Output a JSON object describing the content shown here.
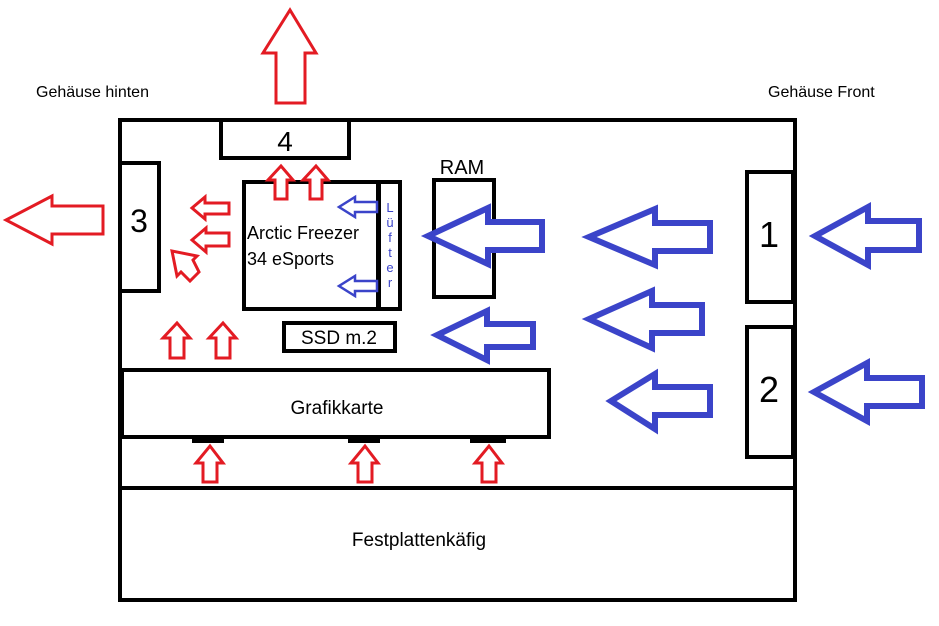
{
  "labels": {
    "case_back": "Gehäuse hinten",
    "case_front": "Gehäuse Front",
    "fan_1": "1",
    "fan_2": "2",
    "fan_3": "3",
    "fan_4": "4",
    "ram": "RAM",
    "cpu_cooler_line1": "Arctic Freezer",
    "cpu_cooler_line2": "34 eSports",
    "cooler_fan": "Lüfter",
    "ssd": "SSD m.2",
    "gpu": "Grafikkarte",
    "drive_cage": "Festplattenkäfig"
  },
  "colors": {
    "exhaust_arrow": "#e31b23",
    "intake_arrow": "#3b44c9",
    "outline": "#000000"
  }
}
